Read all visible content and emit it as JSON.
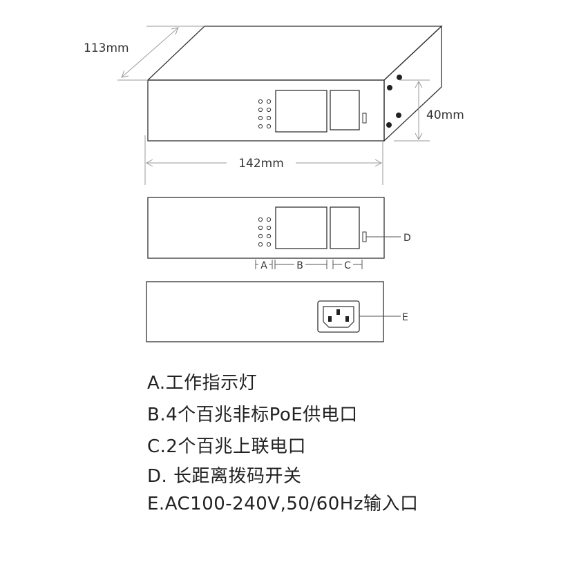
{
  "dimensions": {
    "depth": "113mm",
    "width": "142mm",
    "height": "40mm"
  },
  "markers": {
    "a": "A",
    "b": "B",
    "c": "C",
    "d": "D",
    "e": "E"
  },
  "legend": [
    "A.工作指示灯",
    "B.4个百兆非标PoE供电口",
    "C.2个百兆上联电口",
    "D. 长距离拨码开关",
    "E.AC100-240V,50/60Hz输入口"
  ],
  "colors": {
    "line": "#333333",
    "dimension_line": "#999999"
  }
}
